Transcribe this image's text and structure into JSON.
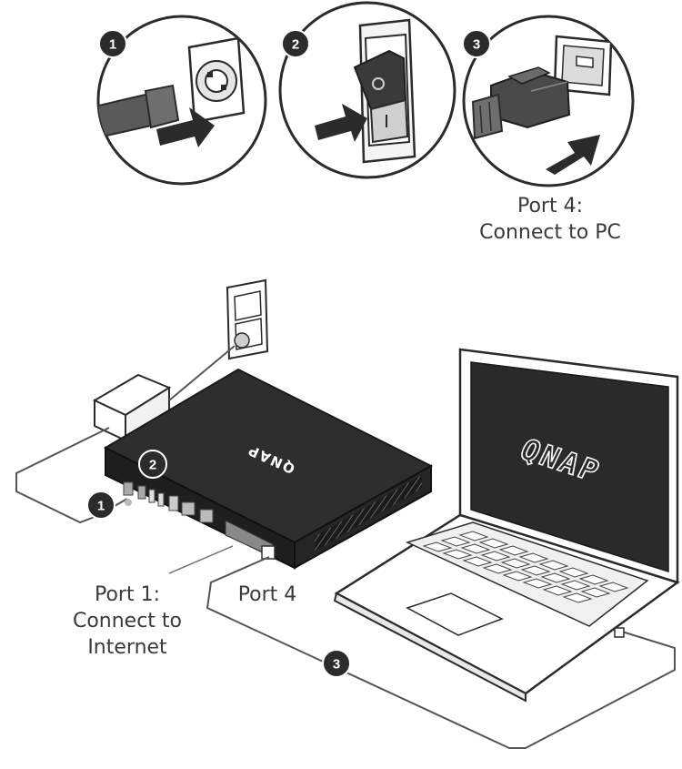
{
  "steps": [
    "1",
    "2",
    "3"
  ],
  "badges": [
    "1",
    "2",
    "3"
  ],
  "labels": {
    "pc_port_line1": "Port 4:",
    "pc_port_line2": "Connect to PC",
    "port1_line1": "Port 1:",
    "port1_line2": "Connect to",
    "port1_line3": "Internet",
    "port4": "Port 4"
  },
  "logos": {
    "device_logo": "QNAP",
    "laptop_logo": "QNAP"
  },
  "colors": {
    "ink": "#2b2b2b",
    "line": "#555555",
    "device_top": "#2e2e2e",
    "device_front": "#1f1f1f",
    "laptop_screen": "#2a2a2a",
    "badge": "#2b2b2b"
  },
  "icons": [
    "power-plug-icon",
    "power-switch-icon",
    "ethernet-plug-icon"
  ]
}
